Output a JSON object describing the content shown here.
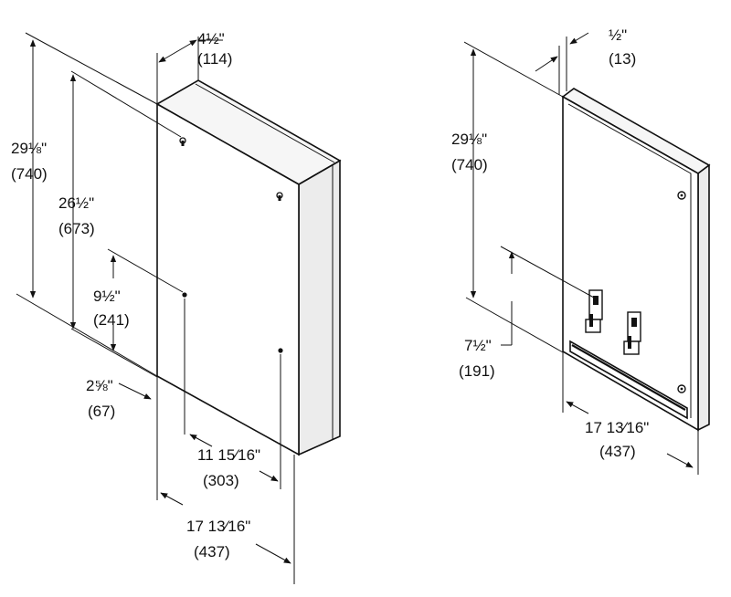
{
  "left_view": {
    "depth": {
      "in": "4½\"",
      "mm": "(114)"
    },
    "height": {
      "in": "29⅛\"",
      "mm": "(740)"
    },
    "mount_height": {
      "in": "26½\"",
      "mm": "(673)"
    },
    "lower_hole_height": {
      "in": "9½\"",
      "mm": "(241)"
    },
    "side_offset": {
      "in": "2⅝\"",
      "mm": "(67)"
    },
    "hole_spacing": {
      "in": "11 15⁄16\"",
      "mm": "(303)"
    },
    "width": {
      "in": "17 13⁄16\"",
      "mm": "(437)"
    }
  },
  "right_view": {
    "depth": {
      "in": "½\"",
      "mm": "(13)"
    },
    "height": {
      "in": "29⅛\"",
      "mm": "(740)"
    },
    "tray_height": {
      "in": "7½\"",
      "mm": "(191)"
    },
    "width": {
      "in": "17 13⁄16\"",
      "mm": "(437)"
    }
  }
}
